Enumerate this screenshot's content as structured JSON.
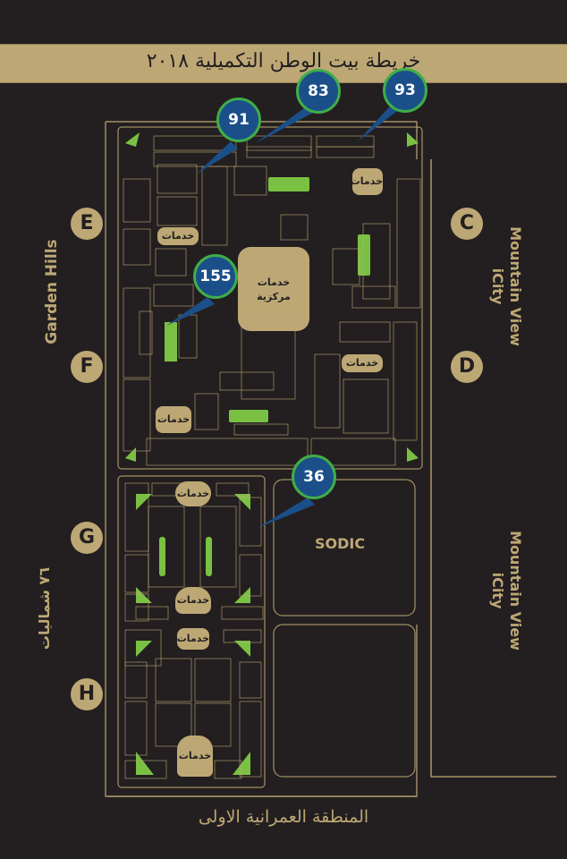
{
  "map": {
    "title": "خريطة بيت الوطن التكميلية ٢٠١٨",
    "bottom_title": "المنطقة العمرانية الاولى",
    "colors": {
      "background": "#231f20",
      "gold": "#bda875",
      "green": "#7ac143",
      "pin_fill": "#1b4f8a",
      "pin_border": "#3fae49"
    },
    "neighbors": {
      "left_top": "Garden Hills",
      "left_bottom": "٧٦ شماليات",
      "right_top": [
        "Mountain View",
        "iCity"
      ],
      "right_bottom": [
        "Mountain View",
        "iCity"
      ],
      "inner_right": "SODIC"
    },
    "zones": [
      "E",
      "F",
      "C",
      "D",
      "G",
      "H"
    ],
    "services_label": "خدمات",
    "central_services_label": [
      "خدمات",
      "مركزية"
    ],
    "pins": [
      "91",
      "83",
      "93",
      "155",
      "36"
    ]
  }
}
